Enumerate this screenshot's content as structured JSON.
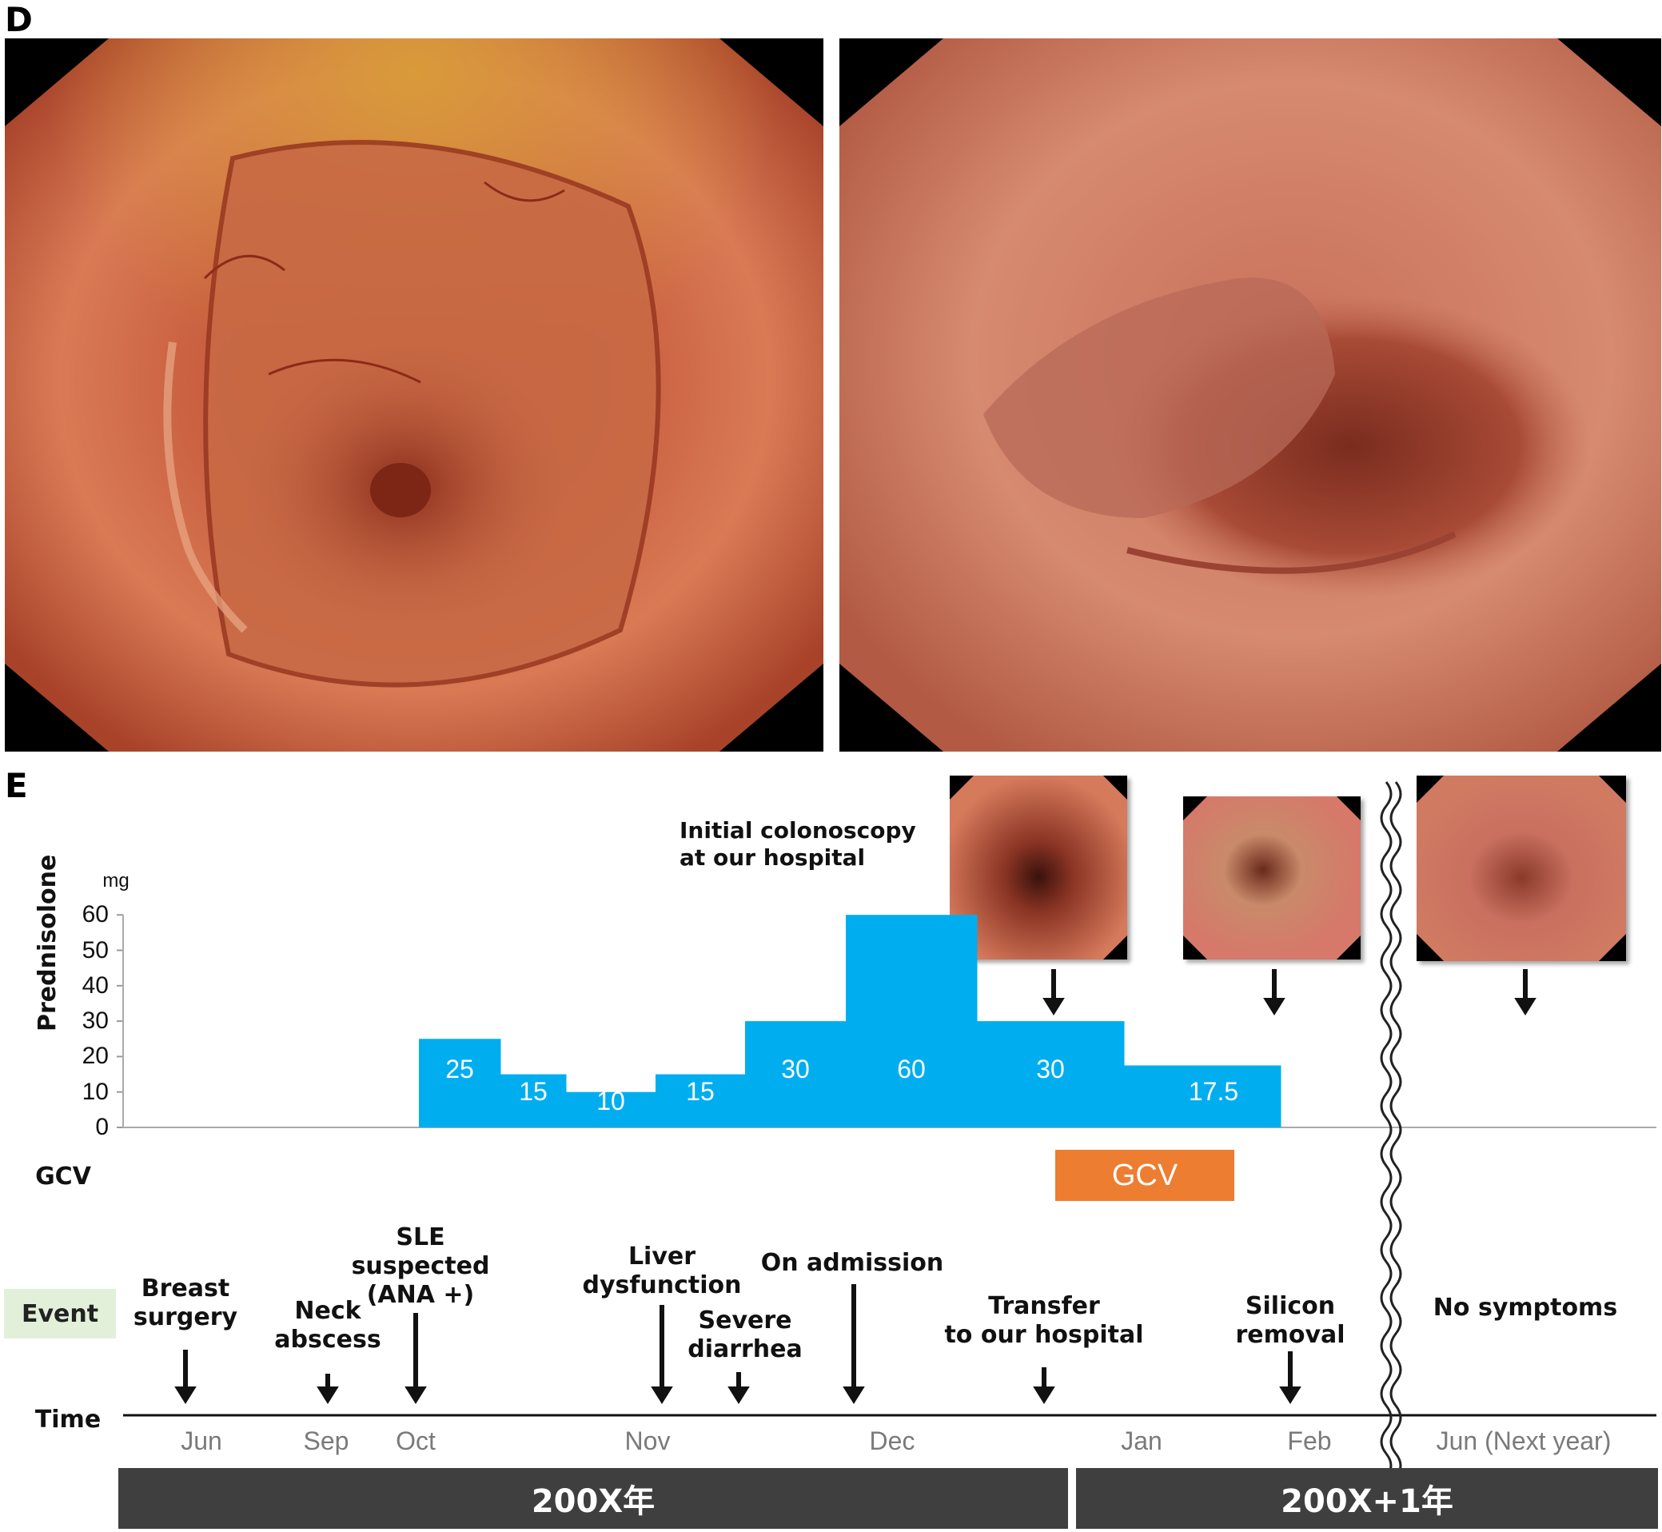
{
  "panels": {
    "d_label": "D",
    "e_label": "E"
  },
  "photos": {
    "d_left_icon": "colonoscopy-image-left",
    "d_right_icon": "colonoscopy-image-right",
    "thumb_icons": [
      "colonoscopy-thumbnail-1",
      "colonoscopy-thumbnail-2",
      "colonoscopy-thumbnail-3"
    ]
  },
  "annotation": {
    "initial_colonoscopy": "Initial colonoscopy\nat our hospital"
  },
  "chart_data": {
    "type": "bar",
    "ylabel": "Prednisolone",
    "yunit": "mg",
    "ylim": [
      0,
      60
    ],
    "yticks": [
      0,
      10,
      20,
      30,
      40,
      50,
      60
    ],
    "segments": [
      {
        "value": 25,
        "label": "25"
      },
      {
        "value": 15,
        "label": "15"
      },
      {
        "value": 10,
        "label": "10"
      },
      {
        "value": 15,
        "label": "15"
      },
      {
        "value": 30,
        "label": "30"
      },
      {
        "value": 60,
        "label": "60"
      },
      {
        "value": 30,
        "label": "30"
      },
      {
        "value": 17.5,
        "label": "17.5"
      }
    ],
    "bar_color": "#00aeef",
    "gcv_label": "GCV",
    "gcv_bar_label": "GCV",
    "gcv_color": "#ed7d31",
    "event_label": "Event",
    "event_label_bg": "#e2f0d9",
    "time_label": "Time",
    "months": [
      "Jun",
      "Sep",
      "Oct",
      "Nov",
      "Dec",
      "Jan",
      "Feb",
      "Jun (Next year)"
    ],
    "events": [
      "Breast\nsurgery",
      "Neck\nabscess",
      "SLE\nsuspected\n(ANA +)",
      "Liver\ndysfunction",
      "Severe\ndiarrhea",
      "On admission",
      "Transfer\nto our hospital",
      "Silicon\nremoval",
      "No symptoms"
    ],
    "years": [
      "200X年",
      "200X+1年"
    ]
  }
}
